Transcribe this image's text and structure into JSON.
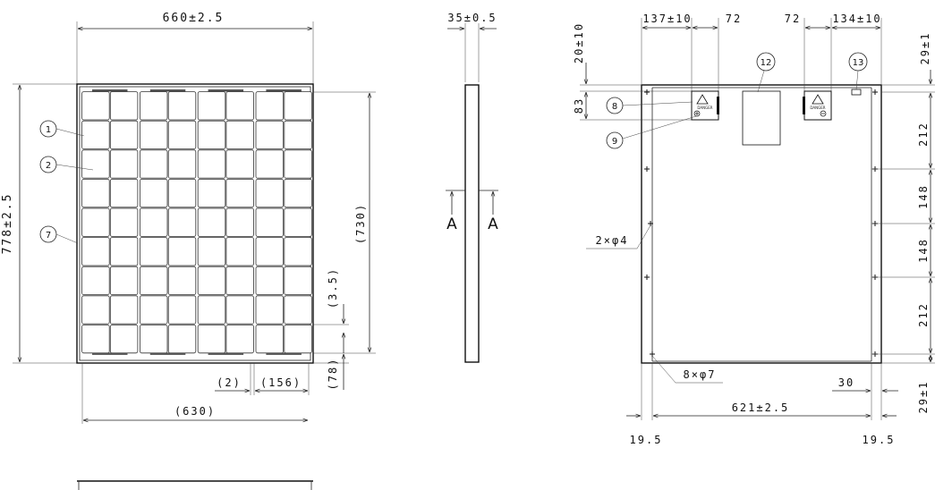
{
  "front_view": {
    "width_dim": "660±2.5",
    "height_dim": "778±2.5",
    "cell_area_height": "(730)",
    "offset_small": "(3.5)",
    "bottom_margin": "(78)",
    "gap": "(2)",
    "cell_width": "(156)",
    "cell_area_width": "(630)",
    "callouts": [
      "1",
      "2",
      "7"
    ]
  },
  "side_view": {
    "thickness_dim": "35±0.5",
    "section_left": "A",
    "section_right": "A"
  },
  "rear_view": {
    "top_left_dim": "137±10",
    "box_width_left": "72",
    "box_width_right": "72",
    "top_right_dim": "134±10",
    "frame_top_offset": "20±10",
    "box_height": "83",
    "right_top_dim": "29±1",
    "right_seg_1": "212",
    "right_seg_2": "148",
    "right_seg_3": "148",
    "right_seg_4": "212",
    "right_bottom_dim": "29±1",
    "hole_label_small": "2×φ4",
    "hole_label_large": "8×φ7",
    "corner_dim": "30",
    "width_dim": "621±2.5",
    "left_margin": "19.5",
    "right_margin": "19.5",
    "callouts": [
      "8",
      "9",
      "12",
      "13"
    ],
    "junction_box_text": "DANGER"
  }
}
